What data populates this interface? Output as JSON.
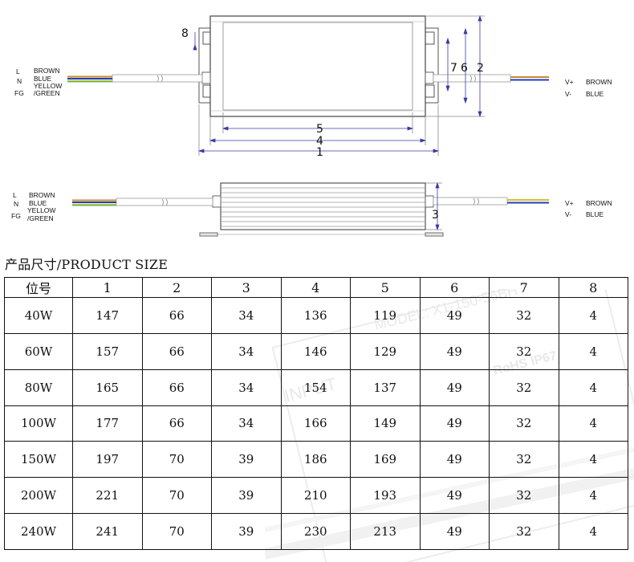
{
  "drawing": {
    "top_view": {
      "input_wires": {
        "pins": [
          "L",
          "N",
          "FG"
        ],
        "colors": [
          "BROWN",
          "BLUE",
          "YELLOW",
          "/GREEN"
        ]
      },
      "output_wires": {
        "pins": [
          "V+",
          "V-"
        ],
        "colors": [
          "BROWN",
          "BLUE"
        ]
      },
      "dimension_labels": [
        "8",
        "7",
        "6",
        "2",
        "5",
        "4",
        "1"
      ]
    },
    "side_view": {
      "input_wires": {
        "pins": [
          "L",
          "N",
          "FG"
        ],
        "colors": [
          "BROWN",
          "BLUE",
          "YELLOW",
          "/GREEN"
        ]
      },
      "output_wires": {
        "pins": [
          "V+",
          "V-"
        ],
        "colors": [
          "BROWN",
          "BLUE"
        ]
      },
      "dimension_labels": [
        "3"
      ]
    },
    "wire_colors": {
      "brown": "#c98a2e",
      "blue": "#1f3fbf",
      "yellow": "#d8c02a",
      "green": "#2ea84a",
      "dimension_line": "#3a3aa8"
    }
  },
  "section_title": "产品尺寸/PRODUCT SIZE",
  "table": {
    "header": [
      "位号",
      "1",
      "2",
      "3",
      "4",
      "5",
      "6",
      "7",
      "8"
    ],
    "rows": [
      [
        "40W",
        "147",
        "66",
        "34",
        "136",
        "119",
        "49",
        "32",
        "4"
      ],
      [
        "60W",
        "157",
        "66",
        "34",
        "146",
        "129",
        "49",
        "32",
        "4"
      ],
      [
        "80W",
        "165",
        "66",
        "34",
        "154",
        "137",
        "49",
        "32",
        "4"
      ],
      [
        "100W",
        "177",
        "66",
        "34",
        "166",
        "149",
        "49",
        "32",
        "4"
      ],
      [
        "150W",
        "197",
        "70",
        "39",
        "186",
        "169",
        "49",
        "32",
        "4"
      ],
      [
        "200W",
        "221",
        "70",
        "39",
        "210",
        "193",
        "49",
        "32",
        "4"
      ],
      [
        "240W",
        "241",
        "70",
        "39",
        "230",
        "213",
        "49",
        "32",
        "4"
      ]
    ]
  },
  "watermark": {
    "model": "MODEL: X1-150-56BH",
    "input": "INPUT",
    "marks": "RoHS IP67"
  }
}
